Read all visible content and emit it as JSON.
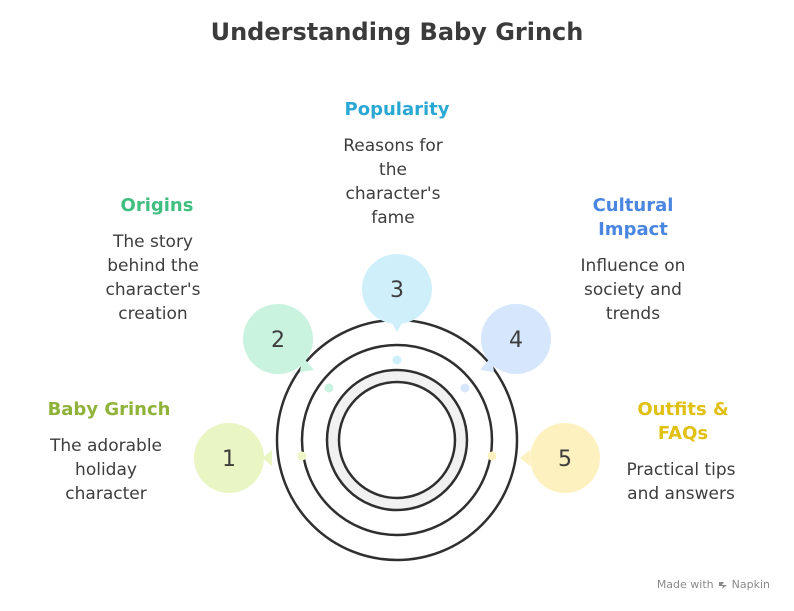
{
  "title": "Understanding Baby Grinch",
  "stages": [
    {
      "number": "1",
      "heading": "Baby Grinch",
      "description": "The adorable holiday character",
      "color": "#8fb339",
      "bubble": "#e9f6c3",
      "dot": "#eef7c8"
    },
    {
      "number": "2",
      "heading": "Origins",
      "description": "The story behind the character's creation",
      "color": "#3fbf7f",
      "bubble": "#c9f3df",
      "dot": "#c9f3df"
    },
    {
      "number": "3",
      "heading": "Popularity",
      "description": "Reasons for the character's fame",
      "color": "#2aa8d4",
      "bubble": "#cfeffb",
      "dot": "#cfeffb"
    },
    {
      "number": "4",
      "heading": "Cultural Impact",
      "description": "Influence on society and trends",
      "color": "#4a86e0",
      "bubble": "#d6e6fc",
      "dot": "#d6e6fc"
    },
    {
      "number": "5",
      "heading": "Outfits & FAQs",
      "description": "Practical tips and answers",
      "color": "#e0c012",
      "bubble": "#fdf2bf",
      "dot": "#fdf2bf"
    }
  ],
  "footer": {
    "made_with": "Made with",
    "brand": "Napkin"
  }
}
